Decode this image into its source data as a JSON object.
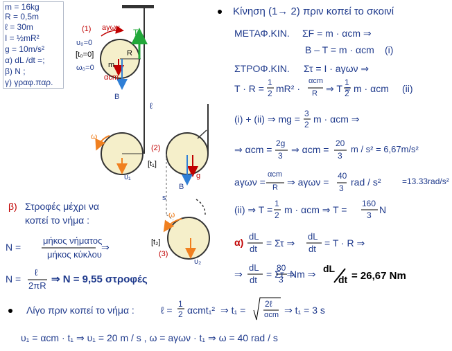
{
  "given": {
    "mass": "m = 16kg",
    "radius": "R = 0,5m",
    "length": "ℓ = 30m",
    "inertia": "Ι = ½mR²",
    "gravity": "g = 10m/s²",
    "q_a": "α) dL /dt =;",
    "q_b": "β) N ;",
    "q_c": "γ) γραφ.παρ."
  },
  "diagram": {
    "pos1": "(1)",
    "pos2": "(2)",
    "pos3": "(3)",
    "a_gon": "aγων",
    "v0": "υ₀=0",
    "t0": "[t₀=0]",
    "w0": "ω₀=0",
    "T": "T",
    "R": "R",
    "m": "m",
    "acm": "αcm",
    "B": "B",
    "ell": "ℓ",
    "s": "s",
    "omega": "ω",
    "t1": "[t₁]",
    "t2": "[t₂]",
    "u1": "υ₁",
    "u2": "υ₂",
    "g": "g"
  },
  "right": {
    "heading": "Κίνηση (1→ 2) πριν κοπεί το σκοινί",
    "metaf_label": "ΜΕΤΑΦ.ΚΙΝ.",
    "metaf_eq1": "ΣF = m · αcm ⇒",
    "metaf_eq2": "Β – Τ = m · αcm",
    "eq_i": "(i)",
    "strof_label": "ΣΤΡΟΦ.ΚΙΝ.",
    "strof_eq": "Στ = Ι · aγων ⇒",
    "torque_lhs": "T · R =",
    "half": "1",
    "two": "2",
    "mR2": "mR² ·",
    "acm": "αcm",
    "R": "R",
    "implies_T": "⇒ T =",
    "m_acm": "m · αcm",
    "eq_ii": "(ii)",
    "comb_lhs": "(i) + (ii) ⇒ mg =",
    "three": "3",
    "comb_rhs": "m · αcm ⇒",
    "acm_eq_lhs": "⇒ αcm =",
    "twog": "2g",
    "implies_acm": "⇒ αcm =",
    "twenty": "20",
    "acm_unit": "m / s² = 6,67m/s²",
    "agon_lhs": "aγων =",
    "implies_agon": "⇒ aγων =",
    "forty": "40",
    "agon_unit": "rad / s²",
    "agon_approx": "=13.33rad/s²",
    "ii_lhs": "(ii) ⇒ T =",
    "T_mid": "m · αcm ⇒ T =",
    "onesixty": "160",
    "N_unit": "N",
    "alpha_label": "α)",
    "dL": "dL",
    "dt": "dt",
    "dLdt_eq1": "= Στ ⇒",
    "dLdt_eq2": "= T · R ⇒",
    "implies": "⇒",
    "eighty": "80",
    "Nm": "Nm ⇒",
    "result_bold": "= 26,67 Nm"
  },
  "left": {
    "beta_label": "β)",
    "beta_text1": "Στροφές μέχρι να",
    "beta_text2": "κοπεί το νήμα :",
    "N_eq": "N =",
    "frac_num": "μήκος νήματος",
    "frac_den": "μήκος κύκλου",
    "implies": "⇒",
    "ell": "ℓ",
    "two_pi_R": "2πR",
    "N_result": "⇒ N = 9,55 στροφές"
  },
  "bottom": {
    "text1": "Λίγο πριν κοπεί το νήμα :",
    "ell_eq": "ℓ =",
    "half1": "1",
    "half2": "2",
    "acm_t1": "αcmt₁²",
    "implies_t1": "⇒ t₁ =",
    "twoell": "2ℓ",
    "acm": "αcm",
    "t1_result": "⇒ t₁ = 3 s",
    "line2": "υ₁ = αcm · t₁ ⇒ υ₁ = 20 m / s     ,     ω = aγων · t₁ ⇒ ω = 40 rad / s"
  }
}
